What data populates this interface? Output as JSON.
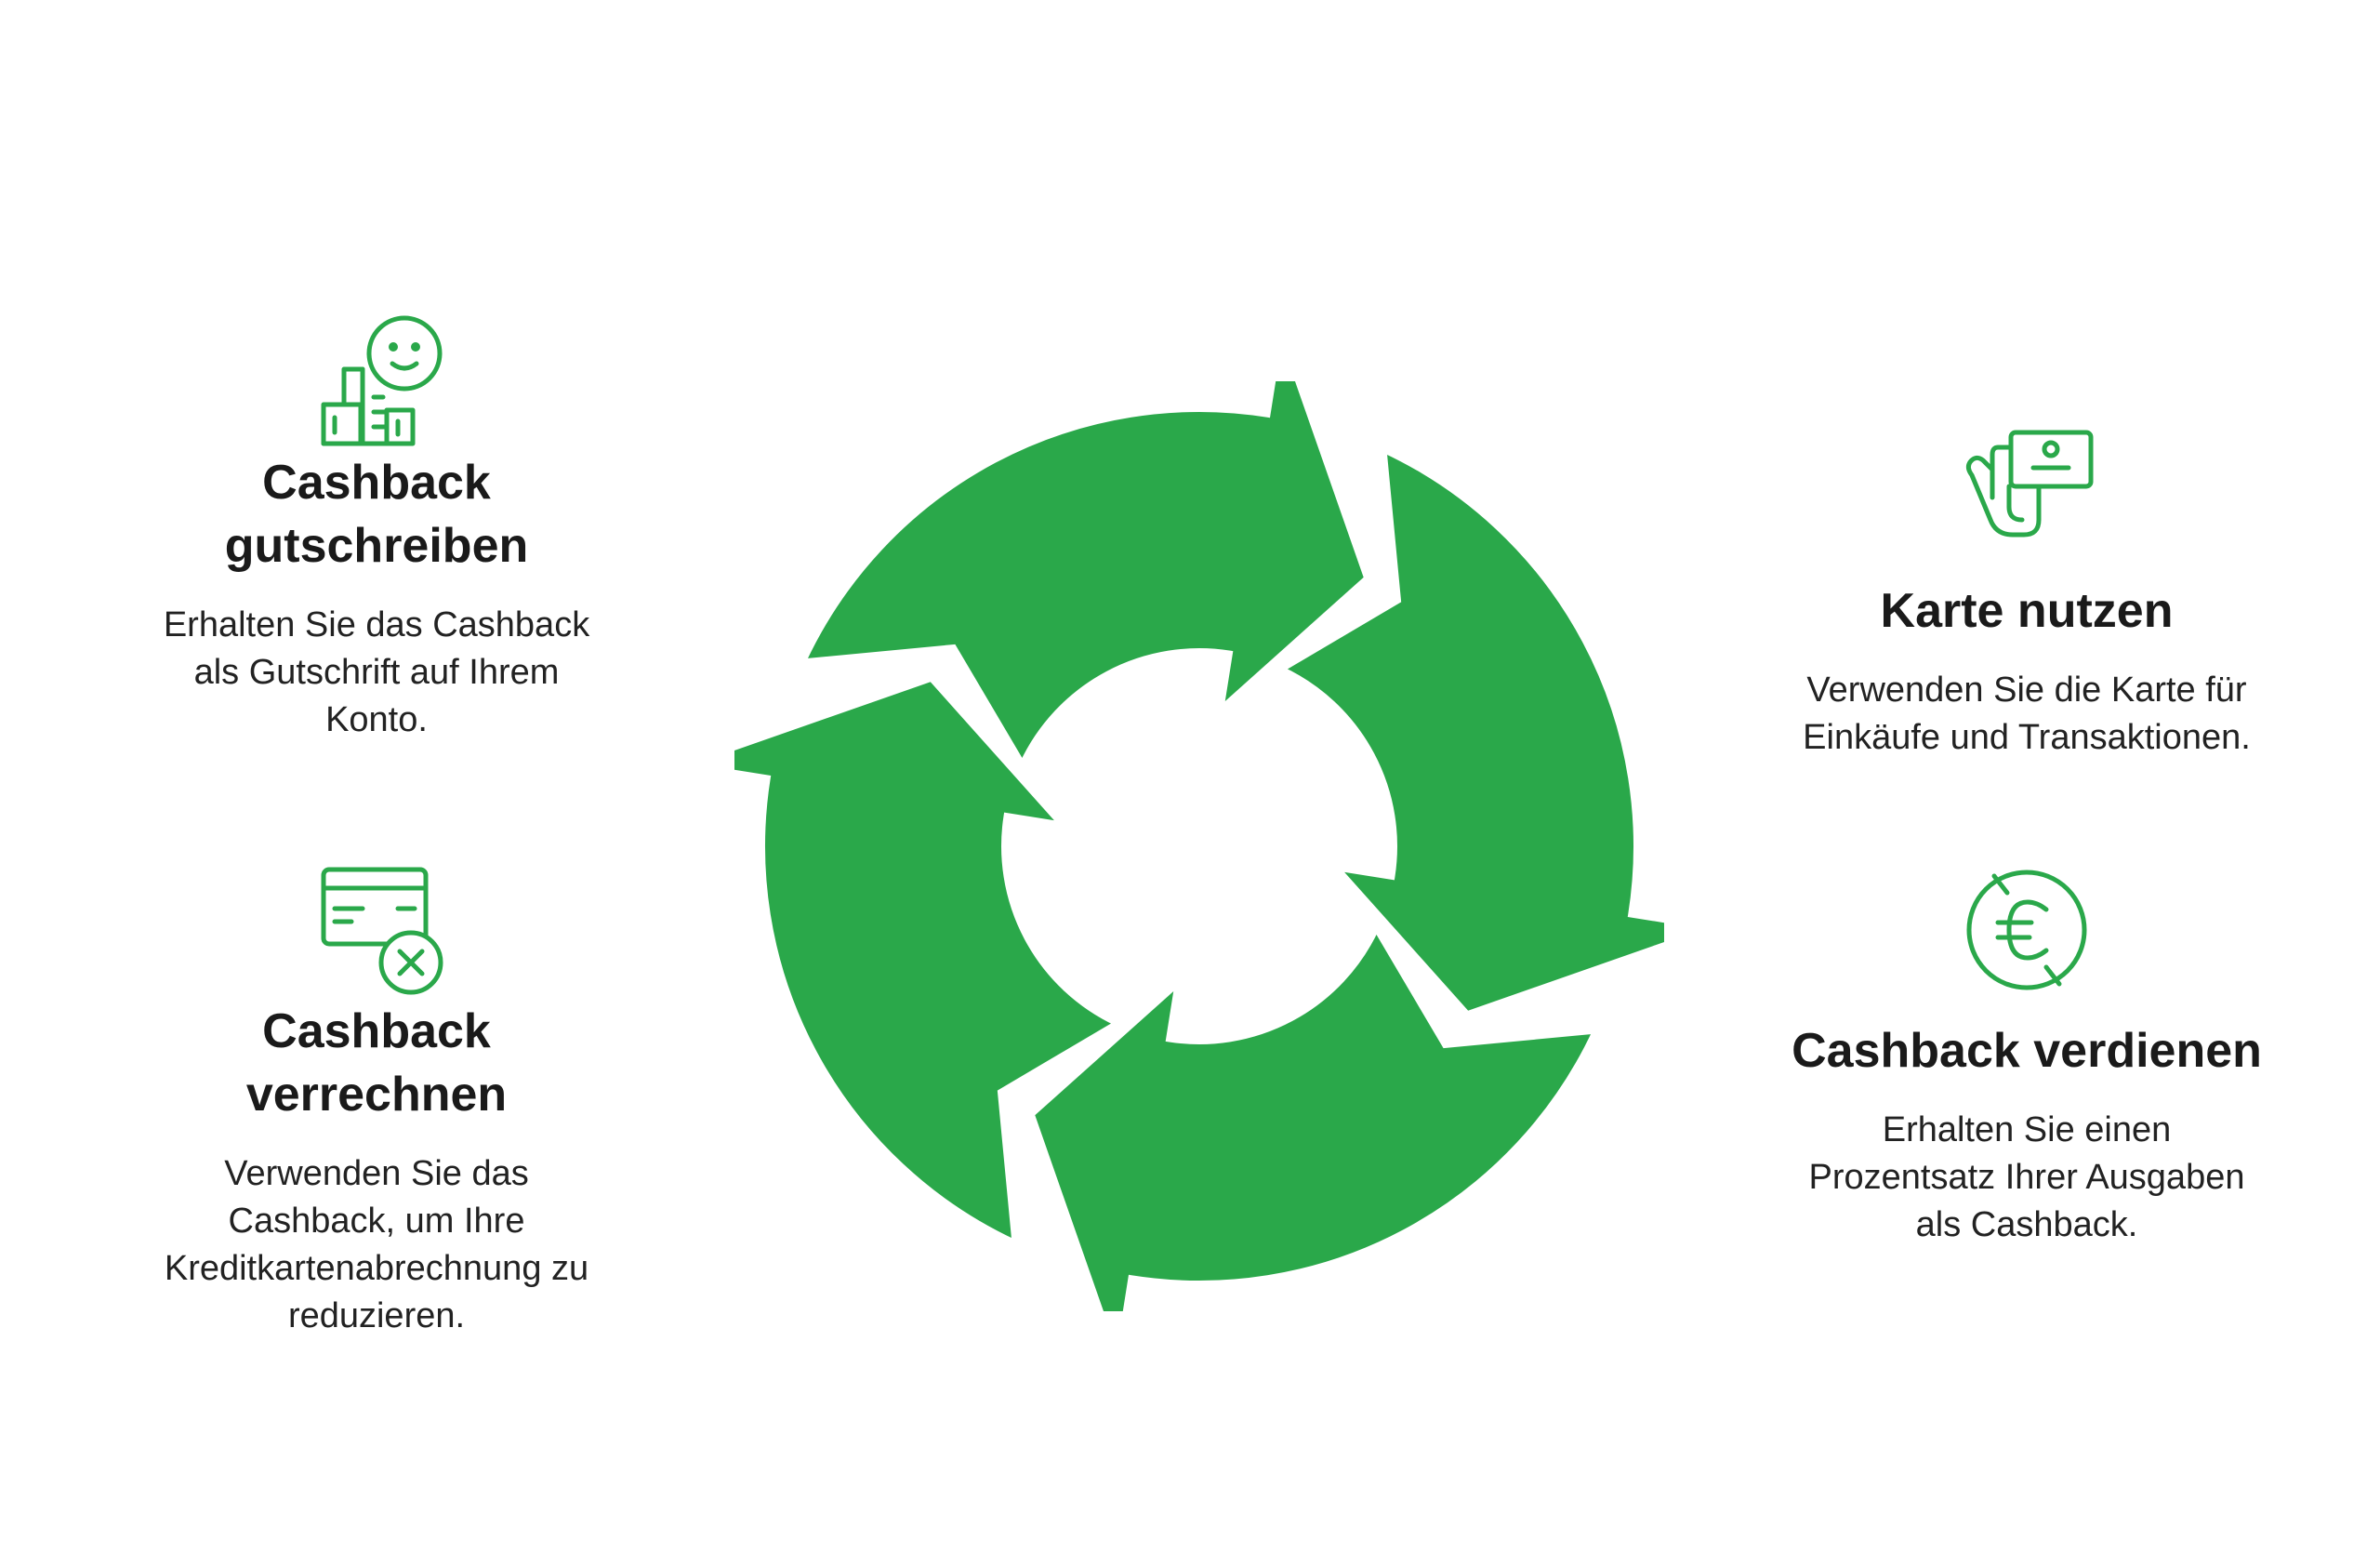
{
  "colors": {
    "accent": "#2aa84a",
    "text": "#1a1a1a",
    "background": "#ffffff"
  },
  "steps": [
    {
      "title_lines": [
        "Cashback",
        "gutschreiben"
      ],
      "desc_lines": [
        "Erhalten Sie das Cashback",
        "als Gutschrift auf Ihrem",
        "Konto."
      ],
      "icon": "bank-smiley-icon"
    },
    {
      "title_lines": [
        "Karte nutzen"
      ],
      "desc_lines": [
        "Verwenden Sie die Karte für",
        "Einkäufe und Transaktionen."
      ],
      "icon": "hand-holding-card-icon"
    },
    {
      "title_lines": [
        "Cashback verdienen"
      ],
      "desc_lines": [
        "Erhalten Sie einen",
        "Prozentsatz Ihrer Ausgaben",
        "als Cashback."
      ],
      "icon": "euro-coin-icon"
    },
    {
      "title_lines": [
        "Cashback",
        "verrechnen"
      ],
      "desc_lines": [
        "Verwenden Sie das",
        "Cashback, um Ihre",
        "Kreditkartenabrechnung zu",
        "reduzieren."
      ],
      "icon": "credit-card-cancel-icon"
    }
  ]
}
